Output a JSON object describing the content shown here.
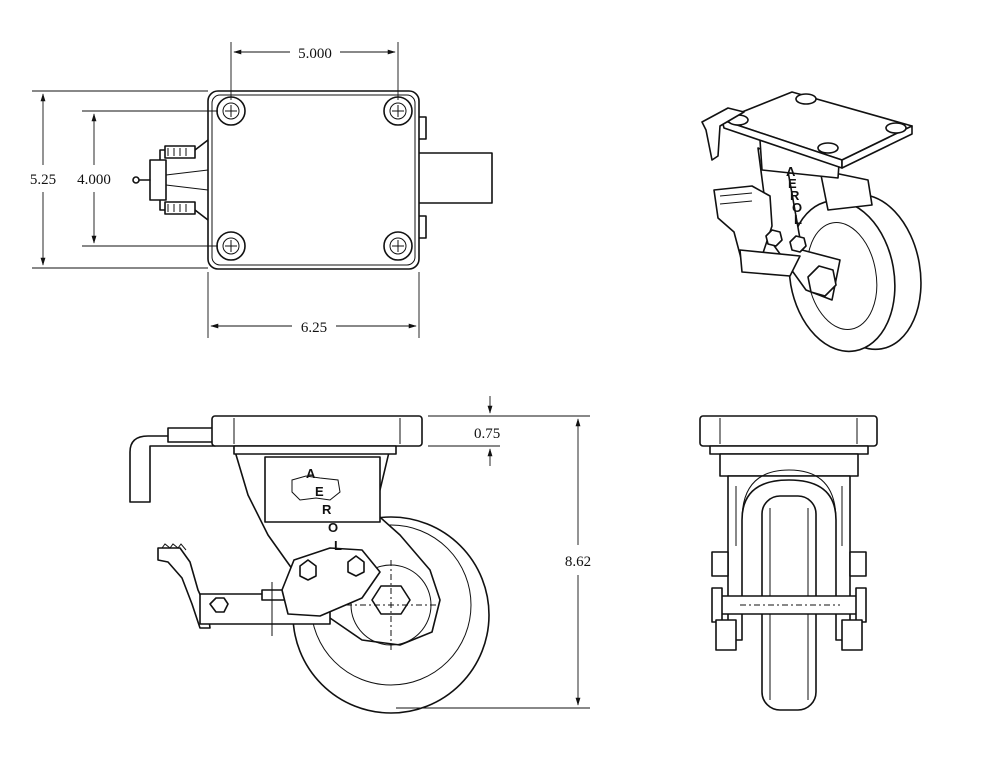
{
  "dimensions": {
    "bolt_spacing_long": "5.000",
    "bolt_spacing_short": "4.000",
    "plate_width": "5.25",
    "plate_length": "6.25",
    "plate_thickness": "0.75",
    "overall_height": "8.62"
  },
  "logo_letters": [
    "A",
    "E",
    "R",
    "O",
    "L"
  ]
}
